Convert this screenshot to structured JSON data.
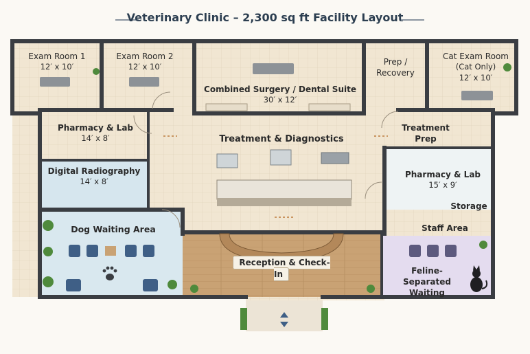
{
  "title": "Veterinary Clinic – 2,300 sq ft Facility Layout",
  "rooms": {
    "exam1": {
      "name": "Exam Room 1",
      "dim": "12′ x 10′"
    },
    "exam2": {
      "name": "Exam Room 2",
      "dim": "12′ x 10′"
    },
    "surgery": {
      "name": "Combined Surgery / Dental Suite",
      "dim": "30′ x 12′"
    },
    "prep": {
      "name": "Prep / Recovery"
    },
    "cat_exam": {
      "name": "Cat Exam Room",
      "sub": "(Cat Only)",
      "dim": "12′ x 10′"
    },
    "pharmacy_left": {
      "name": "Pharmacy & Lab",
      "dim": "14′ x 8′"
    },
    "radiography": {
      "name": "Digital Radiography",
      "dim": "14′ x 8′"
    },
    "treatment": {
      "name": "Treatment & Diagnostics"
    },
    "treatment_prep": {
      "name": "Treatment Prep"
    },
    "pharmacy_right": {
      "name": "Pharmacy & Lab",
      "dim": "15′ x 9′"
    },
    "storage": {
      "name": "Storage"
    },
    "dog_waiting": {
      "name": "Dog Waiting Area"
    },
    "staff": {
      "name": "Staff Area"
    },
    "reception": {
      "name": "Reception & Check-In"
    },
    "feline_waiting": {
      "name": "Feline-Separated Waiting"
    }
  },
  "colors": {
    "wall": "#3a3d42",
    "floor_tile": "#f1e6d2",
    "radiography": "#d6e6ee",
    "dog_waiting": "#d9e8ef",
    "feline_waiting": "#e4dcef",
    "wood": "#c9a274",
    "chair_blue": "#3f5f86",
    "plant_green": "#4f8a3c"
  },
  "icons": [
    "paw-print-icon",
    "cat-silhouette-icon",
    "entrance-arrows-icon",
    "potted-plant-icon"
  ]
}
